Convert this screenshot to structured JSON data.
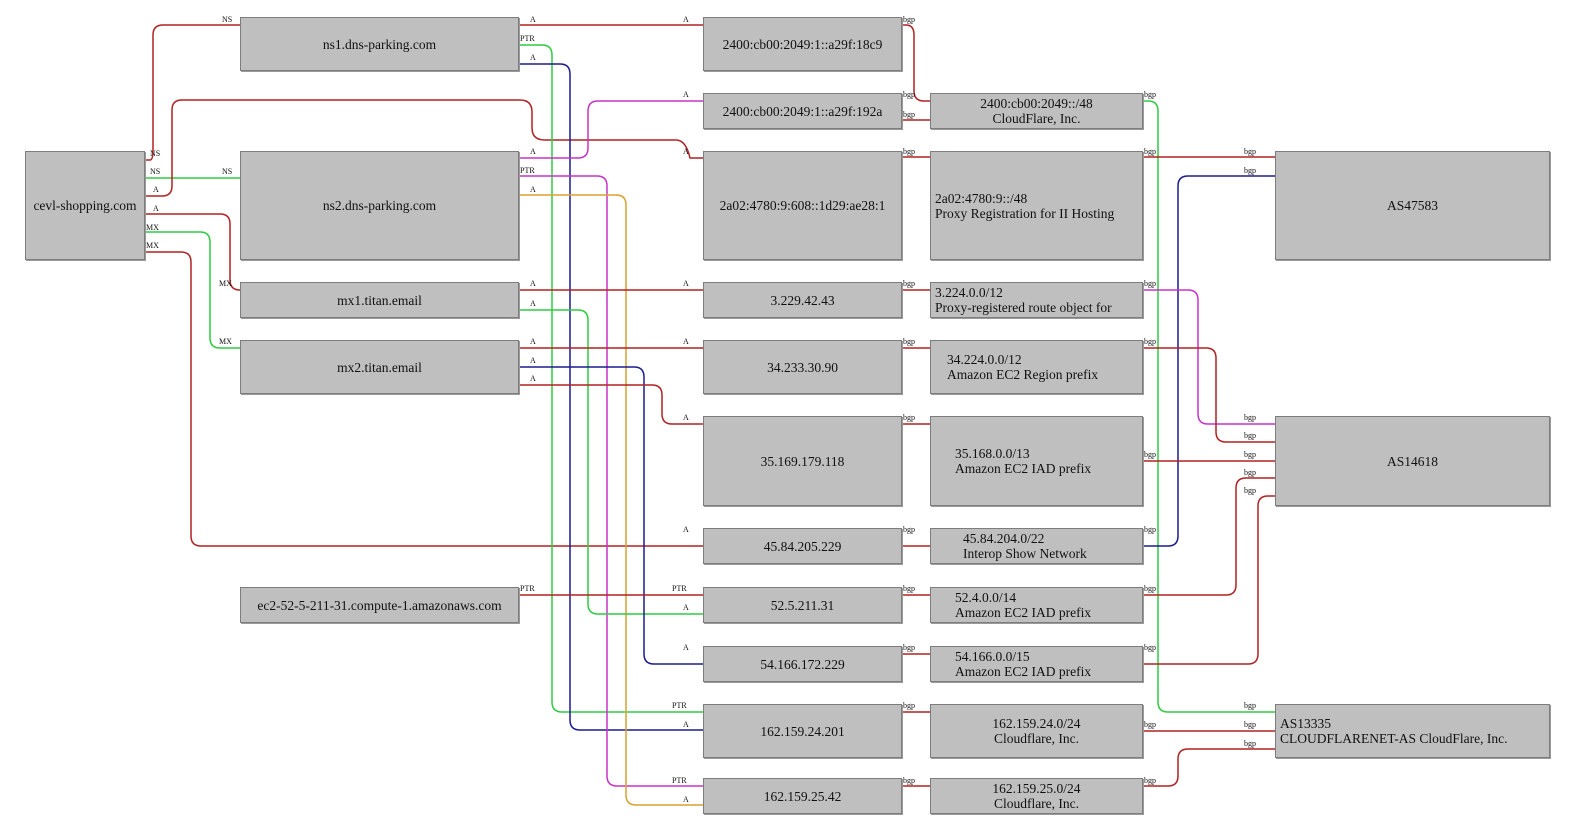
{
  "colors": {
    "red": "#b22222",
    "green": "#2ecc40",
    "blue": "#1b1b8f",
    "magenta": "#c832c8",
    "orange": "#d9a030",
    "background": "#ffffff",
    "node_fill": "#c0bfc0"
  },
  "nodes": {
    "root": "cevl-shopping.com",
    "ns1": "ns1.dns-parking.com",
    "ns2": "ns2.dns-parking.com",
    "mx1": "mx1.titan.email",
    "mx2": "mx2.titan.email",
    "ec2host": "ec2-52-5-211-31.compute-1.amazonaws.com",
    "ip6a": "2400:cb00:2049:1::a29f:18c9",
    "ip6b": "2400:cb00:2049:1::a29f:192a",
    "ip6c": "2a02:4780:9:608::1d29:ae28:1",
    "ip1": "3.229.42.43",
    "ip2": "34.233.30.90",
    "ip3": "35.169.179.118",
    "ip4": "45.84.205.229",
    "ip5": "52.5.211.31",
    "ip6": "54.166.172.229",
    "ip7": "162.159.24.201",
    "ip8": "162.159.25.42",
    "pfx1": {
      "line1": "2400:cb00:2049::/48",
      "line2": "CloudFlare, Inc."
    },
    "pfx2": {
      "line1": "2a02:4780:9::/48",
      "line2": "Proxy Registration for II Hosting"
    },
    "pfx3": {
      "line1": "3.224.0.0/12",
      "line2": "Proxy-registered route object for"
    },
    "pfx4": {
      "line1": "34.224.0.0/12",
      "line2": "Amazon EC2 Region prefix"
    },
    "pfx5": {
      "line1": "35.168.0.0/13",
      "line2": "Amazon EC2 IAD prefix"
    },
    "pfx6": {
      "line1": "45.84.204.0/22",
      "line2": "Interop Show Network"
    },
    "pfx7": {
      "line1": "52.4.0.0/14",
      "line2": "Amazon EC2 IAD prefix"
    },
    "pfx8": {
      "line1": "54.166.0.0/15",
      "line2": "Amazon EC2 IAD prefix"
    },
    "pfx9": {
      "line1": "162.159.24.0/24",
      "line2": "Cloudflare, Inc."
    },
    "pfx10": {
      "line1": "162.159.25.0/24",
      "line2": "Cloudflare, Inc."
    },
    "as1": "AS47583",
    "as2": "AS14618",
    "as3": {
      "line1": "AS13335",
      "line2": "CLOUDFLARENET-AS CloudFlare, Inc."
    }
  },
  "edge_labels": {
    "ns": "NS",
    "a": "A",
    "mx": "MX",
    "ptr": "PTR",
    "bgp": "bgp"
  }
}
